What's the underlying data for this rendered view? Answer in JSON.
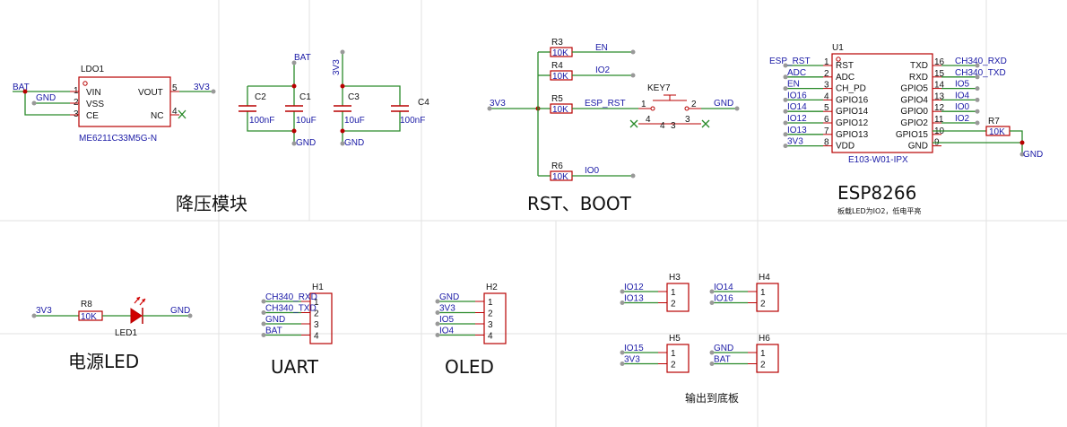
{
  "sections": {
    "ldo": "降压模块",
    "rst": "RST、BOOT",
    "esp": "ESP8266",
    "esp_note": "板载LED为IO2，低电平亮",
    "led": "电源LED",
    "uart": "UART",
    "oled": "OLED",
    "out": "输出到底板"
  },
  "ldo": {
    "ref": "LDO1",
    "part": "ME6211C33M5G-N",
    "pins": [
      "VIN",
      "VSS",
      "CE",
      "VOUT",
      "NC"
    ],
    "pin_nums": [
      "1",
      "2",
      "3",
      "5",
      "4"
    ],
    "nets": {
      "bat": "BAT",
      "gnd": "GND",
      "out": "3V3"
    }
  },
  "caps": {
    "c1": {
      "ref": "C1",
      "val": "10uF"
    },
    "c2": {
      "ref": "C2",
      "val": "100nF"
    },
    "c3": {
      "ref": "C3",
      "val": "10uF"
    },
    "c4": {
      "ref": "C4",
      "val": "100nF"
    },
    "bat": "BAT",
    "v33": "3V3",
    "gnd1": "GND",
    "gnd2": "GND"
  },
  "rst": {
    "r3": {
      "ref": "R3",
      "val": "10K",
      "net": "EN"
    },
    "r4": {
      "ref": "R4",
      "val": "10K",
      "net": "IO2"
    },
    "r5": {
      "ref": "R5",
      "val": "10K",
      "net": "ESP_RST"
    },
    "r6": {
      "ref": "R6",
      "val": "10K",
      "net": "IO0"
    },
    "v33": "3V3",
    "key": {
      "ref": "KEY7",
      "p1": "1",
      "p2": "2",
      "p3": "3",
      "p4": "4",
      "mid4": "4",
      "mid3": "3"
    },
    "gnd": "GND"
  },
  "esp": {
    "ref": "U1",
    "part": "E103-W01-IPX",
    "left_pins": [
      "RST",
      "ADC",
      "CH_PD",
      "GPIO16",
      "GPIO14",
      "GPIO12",
      "GPIO13",
      "VDD"
    ],
    "left_nums": [
      "1",
      "2",
      "3",
      "4",
      "5",
      "6",
      "7",
      "8"
    ],
    "left_nets": [
      "ESP_RST",
      "ADC",
      "EN",
      "IO16",
      "IO14",
      "IO12",
      "IO13",
      "3V3"
    ],
    "right_pins": [
      "TXD",
      "RXD",
      "GPIO5",
      "GPIO4",
      "GPIO0",
      "GPIO2",
      "GPIO15",
      "GND"
    ],
    "right_nums": [
      "16",
      "15",
      "14",
      "13",
      "12",
      "11",
      "10",
      "9"
    ],
    "right_nets": [
      "CH340_RXD",
      "CH340_TXD",
      "IO5",
      "IO4",
      "IO0",
      "IO2"
    ],
    "r7": {
      "ref": "R7",
      "val": "10K"
    },
    "gnd": "GND"
  },
  "led": {
    "net_left": "3V3",
    "r8_ref": "R8",
    "r8_val": "10K",
    "ref": "LED1",
    "net_right": "GND"
  },
  "h1": {
    "ref": "H1",
    "nets": [
      "CH340_RXD",
      "CH340_TXD",
      "GND",
      "BAT"
    ],
    "nums": [
      "1",
      "2",
      "3",
      "4"
    ]
  },
  "h2": {
    "ref": "H2",
    "nets": [
      "GND",
      "3V3",
      "IO5",
      "IO4"
    ],
    "nums": [
      "1",
      "2",
      "3",
      "4"
    ]
  },
  "h3": {
    "ref": "H3",
    "nets": [
      "IO12",
      "IO13"
    ],
    "nums": [
      "1",
      "2"
    ]
  },
  "h4": {
    "ref": "H4",
    "nets": [
      "IO14",
      "IO16"
    ],
    "nums": [
      "1",
      "2"
    ]
  },
  "h5": {
    "ref": "H5",
    "nets": [
      "IO15",
      "3V3"
    ],
    "nums": [
      "1",
      "2"
    ]
  },
  "h6": {
    "ref": "H6",
    "nets": [
      "GND",
      "BAT"
    ],
    "nums": [
      "1",
      "2"
    ]
  },
  "colors": {
    "wire": "#2a8a2a",
    "body": "#b80000",
    "net": "#1a1aa6",
    "grid": "#e2e2e2"
  }
}
